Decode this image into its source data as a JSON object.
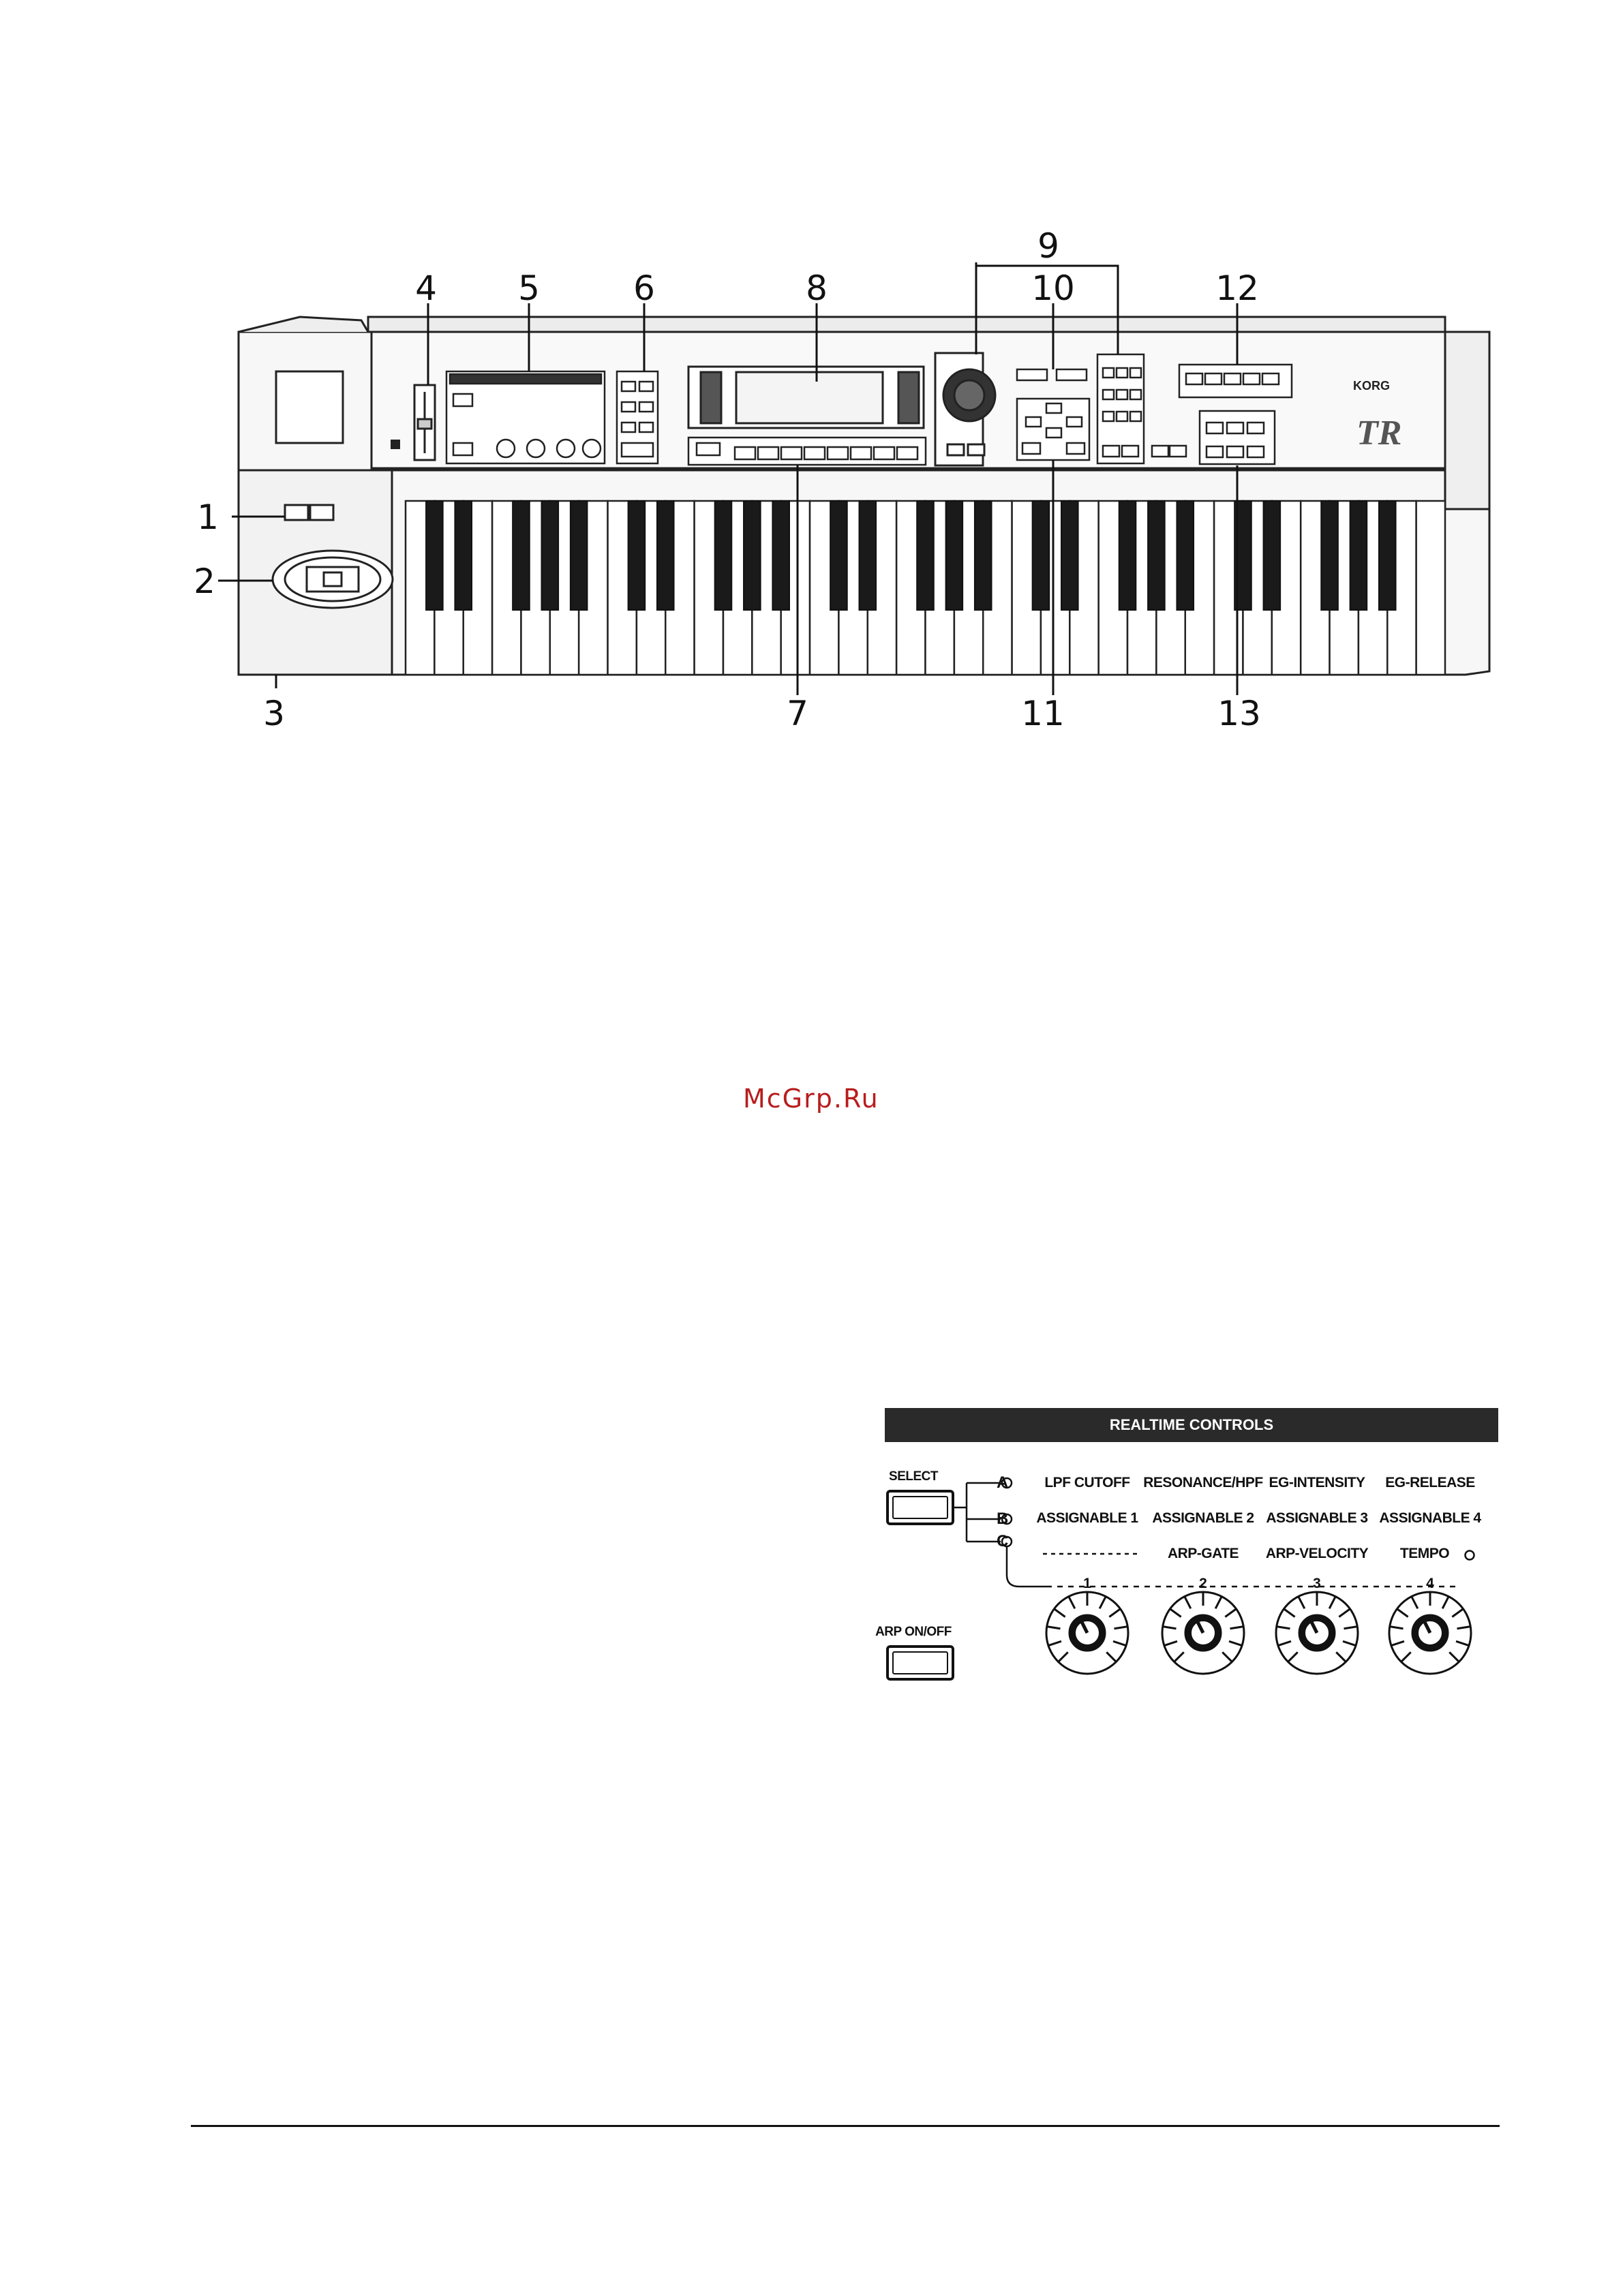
{
  "callouts": {
    "c1": "1",
    "c2": "2",
    "c3": "3",
    "c4": "4",
    "c5": "5",
    "c6": "6",
    "c7": "7",
    "c8": "8",
    "c9": "9",
    "c10": "10",
    "c11": "11",
    "c12": "12",
    "c13": "13"
  },
  "keyboard": {
    "brand": "KORG",
    "model": "TR"
  },
  "watermark": "McGrp.Ru",
  "realtime_controls": {
    "title": "REALTIME CONTROLS",
    "select_label": "SELECT",
    "arp_label": "ARP ON/OFF",
    "rows": [
      "A",
      "B",
      "C"
    ],
    "row_a": [
      "LPF CUTOFF",
      "RESONANCE/HPF",
      "EG-INTENSITY",
      "EG-RELEASE"
    ],
    "row_b": [
      "ASSIGNABLE 1",
      "ASSIGNABLE 2",
      "ASSIGNABLE 3",
      "ASSIGNABLE 4"
    ],
    "row_c": [
      "------------",
      "ARP-GATE",
      "ARP-VELOCITY",
      "TEMPO"
    ],
    "knobs": [
      "1",
      "2",
      "3",
      "4"
    ]
  }
}
